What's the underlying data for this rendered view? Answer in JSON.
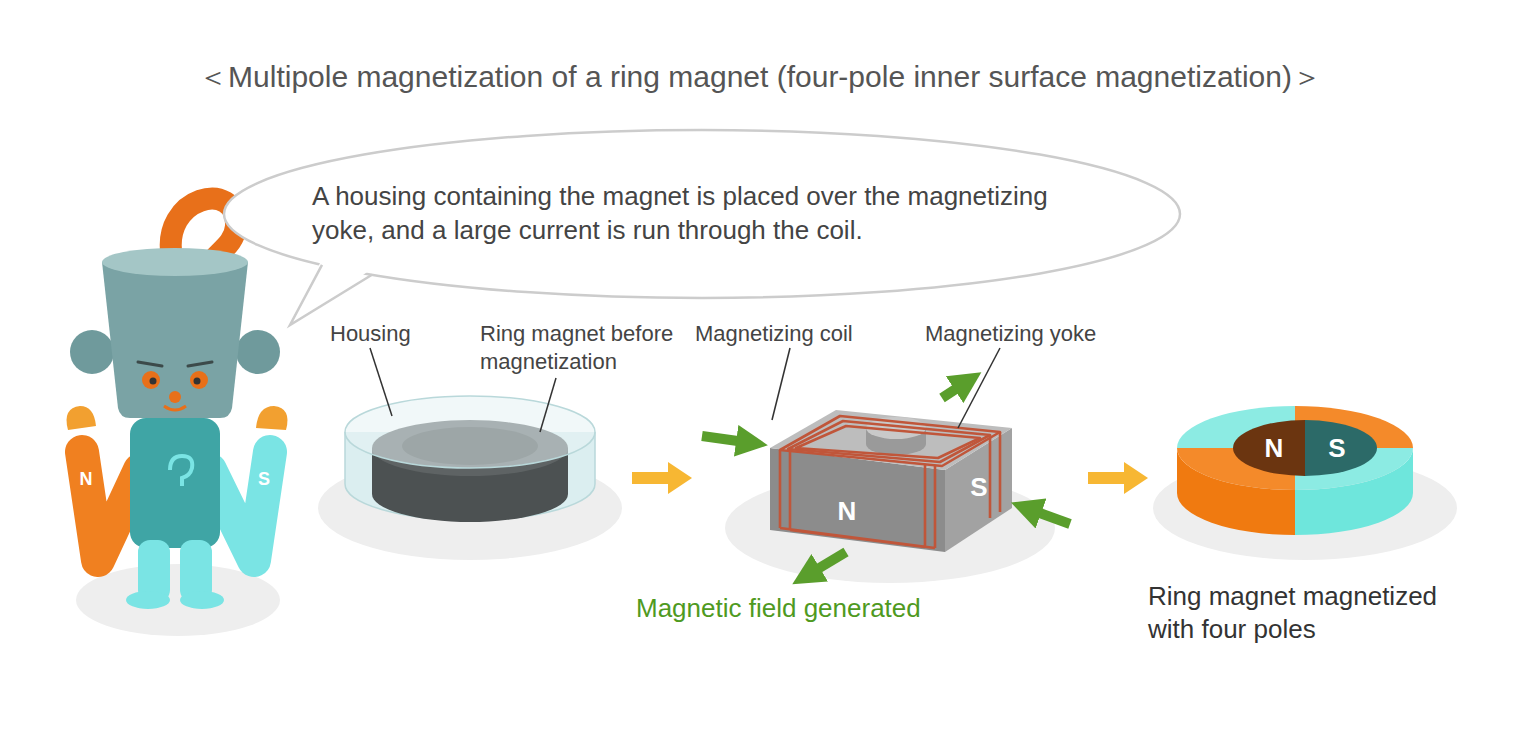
{
  "diagram": {
    "title": "＜Multipole magnetization of a ring magnet (four-pole inner surface magnetization)＞",
    "nodes": [
      {
        "text": [
          "A housing containing the magnet is placed over the magnetizing yoke, and a large current is run through the coil."
        ]
      }
    ],
    "labels": [
      "Housing",
      "Ring magnet before magnetization",
      "Magnetizing coil",
      "Magnetizing yoke",
      "N",
      "S",
      "Magnetic field generated",
      "Ring magnet magnetized with four poles",
      "N",
      "S",
      "N",
      "S"
    ]
  }
}
